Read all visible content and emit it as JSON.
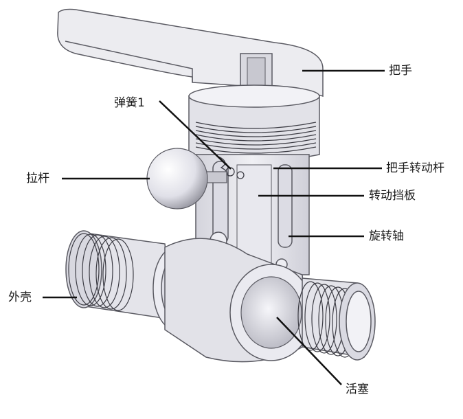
{
  "labels": {
    "handle": "把手",
    "spring": "弹簧1",
    "pull_rod": "拉杆",
    "handle_rotating_rod": "把手转动杆",
    "rotating_baffle": "转动挡板",
    "rotating_shaft": "旋转轴",
    "housing": "外壳",
    "piston": "活塞"
  },
  "colors": {
    "line": "#111111",
    "outline": "#5a5a62",
    "body_fill": "#e6e6ec",
    "thread": "#3c3c44"
  }
}
